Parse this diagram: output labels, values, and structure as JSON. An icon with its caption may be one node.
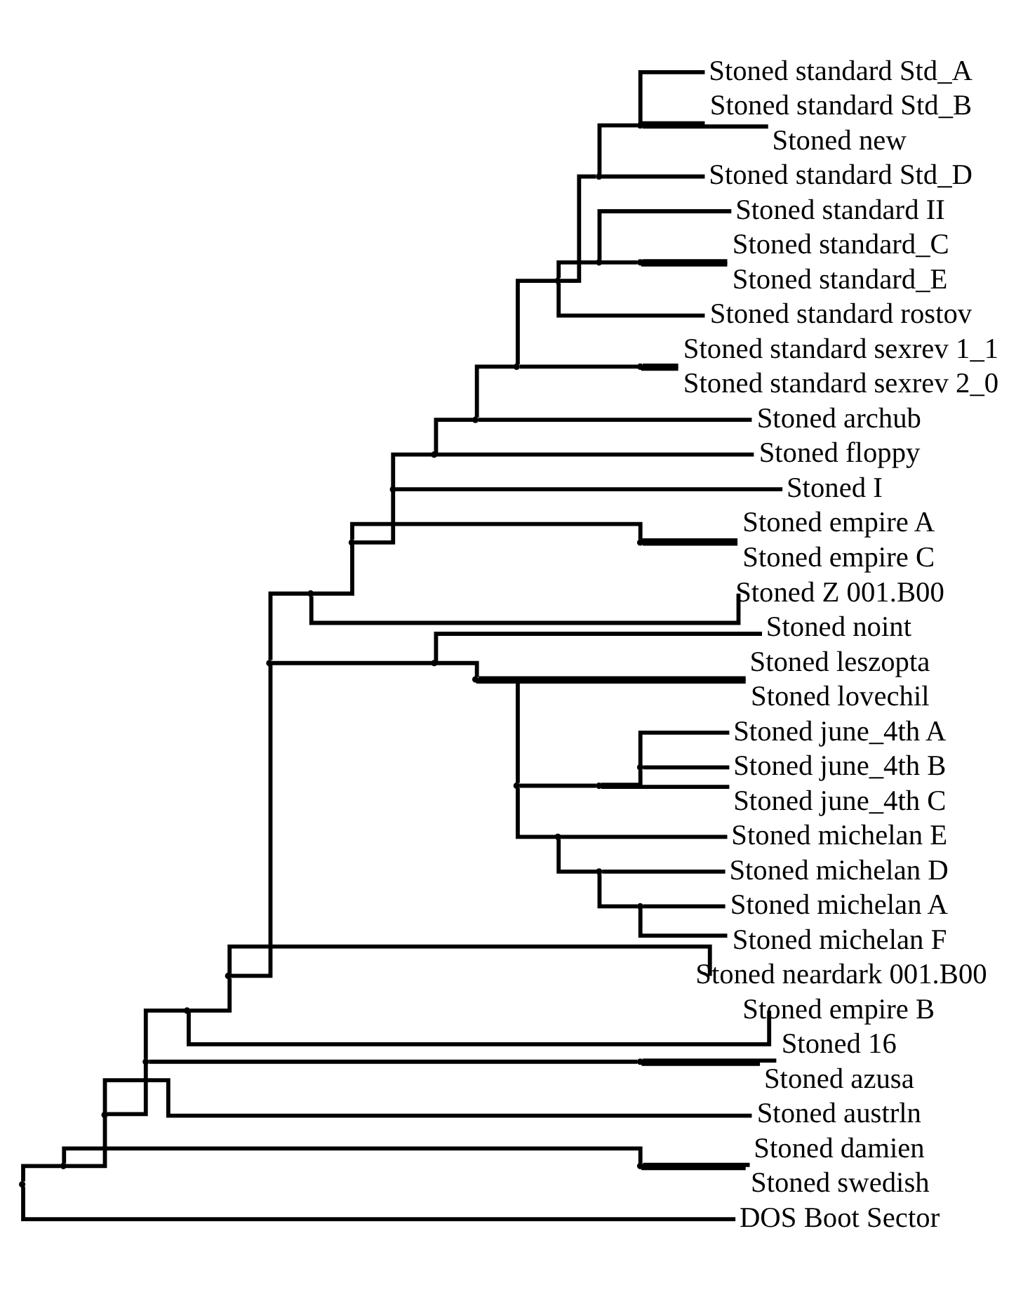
{
  "diagram": {
    "nodes": [
      {
        "text": [
          "Stoned standard Std_A"
        ]
      },
      {
        "text": [
          "Stoned standard Std_B"
        ]
      },
      {
        "text": [
          "Stoned new"
        ]
      },
      {
        "text": [
          "Stoned standard Std_D"
        ]
      },
      {
        "text": [
          "Stoned standard II"
        ]
      },
      {
        "text": [
          "Stoned standard_C"
        ]
      },
      {
        "text": [
          "Stoned standard_E"
        ]
      },
      {
        "text": [
          "Stoned standard rostov"
        ]
      },
      {
        "text": [
          "Stoned standard sexrev 1_1"
        ]
      },
      {
        "text": [
          "Stoned standard sexrev 2_0"
        ]
      },
      {
        "text": [
          "Stoned archub"
        ]
      },
      {
        "text": [
          "Stoned floppy"
        ]
      },
      {
        "text": [
          "Stoned I"
        ]
      },
      {
        "text": [
          "Stoned empire A"
        ]
      },
      {
        "text": [
          "Stoned empire C"
        ]
      },
      {
        "text": [
          "Stoned Z 001.B00"
        ]
      },
      {
        "text": [
          "Stoned noint"
        ]
      },
      {
        "text": [
          "Stoned leszopta"
        ]
      },
      {
        "text": [
          "Stoned lovechil"
        ]
      },
      {
        "text": [
          "Stoned june_4th A"
        ]
      },
      {
        "text": [
          "Stoned june_4th B"
        ]
      },
      {
        "text": [
          "Stoned june_4th C"
        ]
      },
      {
        "text": [
          "Stoned michelan E"
        ]
      },
      {
        "text": [
          "Stoned michelan D"
        ]
      },
      {
        "text": [
          "Stoned michelan A"
        ]
      },
      {
        "text": [
          "Stoned michelan F"
        ]
      },
      {
        "text": [
          "Stoned neardark 001.B00"
        ]
      },
      {
        "text": [
          "Stoned empire B"
        ]
      },
      {
        "text": [
          "Stoned 16"
        ]
      },
      {
        "text": [
          "Stoned azusa"
        ]
      },
      {
        "text": [
          "Stoned austrln"
        ]
      },
      {
        "text": [
          "Stoned damien"
        ]
      },
      {
        "text": [
          "Stoned swedish"
        ]
      },
      {
        "text": [
          "DOS Boot Sector"
        ]
      },
      {
        "text": [],
        "shape": "point"
      },
      {
        "text": [],
        "shape": "point"
      },
      {
        "text": [],
        "shape": "point"
      },
      {
        "text": [],
        "shape": "point"
      },
      {
        "text": [],
        "shape": "point"
      },
      {
        "text": [],
        "shape": "point"
      },
      {
        "text": [],
        "shape": "point"
      },
      {
        "text": [],
        "shape": "point"
      },
      {
        "text": [],
        "shape": "point"
      },
      {
        "text": [],
        "shape": "point"
      },
      {
        "text": [],
        "shape": "point"
      },
      {
        "text": [],
        "shape": "point"
      },
      {
        "text": [],
        "shape": "point"
      },
      {
        "text": [],
        "shape": "point"
      },
      {
        "text": [],
        "shape": "point"
      },
      {
        "text": [],
        "shape": "point"
      },
      {
        "text": [],
        "shape": "point"
      },
      {
        "text": [],
        "shape": "point"
      },
      {
        "text": [],
        "shape": "point"
      },
      {
        "text": [],
        "shape": "point"
      },
      {
        "text": [],
        "shape": "point"
      },
      {
        "text": [],
        "shape": "point"
      },
      {
        "text": [],
        "shape": "point"
      },
      {
        "text": [],
        "shape": "point"
      },
      {
        "text": [],
        "shape": "point"
      },
      {
        "text": [],
        "shape": "point"
      },
      {
        "text": [],
        "shape": "point"
      },
      {
        "text": [],
        "shape": "point"
      },
      {
        "text": [],
        "shape": "point"
      },
      {
        "text": [],
        "shape": "point"
      }
    ],
    "edges": [
      {
        "from": 63,
        "to": 62,
        "arrow": "none"
      },
      {
        "from": 63,
        "to": 33,
        "arrow": "none"
      },
      {
        "from": 62,
        "to": 60,
        "arrow": "none"
      },
      {
        "from": 62,
        "to": 61,
        "arrow": "none"
      },
      {
        "from": 61,
        "to": 31,
        "arrow": "none"
      },
      {
        "from": 61,
        "to": 32,
        "arrow": "none"
      },
      {
        "from": 60,
        "to": 59,
        "arrow": "none"
      },
      {
        "from": 60,
        "to": 30,
        "arrow": "none"
      },
      {
        "from": 59,
        "to": 57,
        "arrow": "none"
      },
      {
        "from": 59,
        "to": 58,
        "arrow": "none"
      },
      {
        "from": 58,
        "to": 28,
        "arrow": "none"
      },
      {
        "from": 58,
        "to": 29,
        "arrow": "none"
      },
      {
        "from": 57,
        "to": 56,
        "arrow": "none"
      },
      {
        "from": 57,
        "to": 27,
        "arrow": "none"
      },
      {
        "from": 56,
        "to": 55,
        "arrow": "none"
      },
      {
        "from": 56,
        "to": 26,
        "arrow": "none"
      },
      {
        "from": 55,
        "to": 46,
        "arrow": "none"
      },
      {
        "from": 55,
        "to": 54,
        "arrow": "none"
      },
      {
        "from": 54,
        "to": 16,
        "arrow": "none"
      },
      {
        "from": 54,
        "to": 53,
        "arrow": "none"
      },
      {
        "from": 53,
        "to": 17,
        "arrow": "none"
      },
      {
        "from": 53,
        "to": 18,
        "arrow": "none"
      },
      {
        "from": 53,
        "to": 52,
        "arrow": "none"
      },
      {
        "from": 52,
        "to": 48,
        "arrow": "none"
      },
      {
        "from": 52,
        "to": 51,
        "arrow": "none"
      },
      {
        "from": 51,
        "to": 22,
        "arrow": "none"
      },
      {
        "from": 51,
        "to": 50,
        "arrow": "none"
      },
      {
        "from": 50,
        "to": 23,
        "arrow": "none"
      },
      {
        "from": 50,
        "to": 49,
        "arrow": "none"
      },
      {
        "from": 49,
        "to": 24,
        "arrow": "none"
      },
      {
        "from": 49,
        "to": 25,
        "arrow": "none"
      },
      {
        "from": 48,
        "to": 47,
        "arrow": "none"
      },
      {
        "from": 48,
        "to": 21,
        "arrow": "none"
      },
      {
        "from": 47,
        "to": 19,
        "arrow": "none"
      },
      {
        "from": 47,
        "to": 20,
        "arrow": "none"
      },
      {
        "from": 46,
        "to": 45,
        "arrow": "none"
      },
      {
        "from": 46,
        "to": 15,
        "arrow": "none"
      },
      {
        "from": 45,
        "to": 43,
        "arrow": "none"
      },
      {
        "from": 45,
        "to": 44,
        "arrow": "none"
      },
      {
        "from": 44,
        "to": 13,
        "arrow": "none"
      },
      {
        "from": 44,
        "to": 14,
        "arrow": "none"
      },
      {
        "from": 43,
        "to": 42,
        "arrow": "none"
      },
      {
        "from": 43,
        "to": 12,
        "arrow": "none"
      },
      {
        "from": 42,
        "to": 41,
        "arrow": "none"
      },
      {
        "from": 42,
        "to": 11,
        "arrow": "none"
      },
      {
        "from": 41,
        "to": 40,
        "arrow": "none"
      },
      {
        "from": 41,
        "to": 10,
        "arrow": "none"
      },
      {
        "from": 40,
        "to": 38,
        "arrow": "none"
      },
      {
        "from": 40,
        "to": 39,
        "arrow": "none"
      },
      {
        "from": 39,
        "to": 8,
        "arrow": "none"
      },
      {
        "from": 39,
        "to": 9,
        "arrow": "none"
      },
      {
        "from": 38,
        "to": 35,
        "arrow": "none"
      },
      {
        "from": 38,
        "to": 37,
        "arrow": "none"
      },
      {
        "from": 38,
        "to": 7,
        "arrow": "none"
      },
      {
        "from": 37,
        "to": 4,
        "arrow": "none"
      },
      {
        "from": 37,
        "to": 36,
        "arrow": "none"
      },
      {
        "from": 36,
        "to": 5,
        "arrow": "none"
      },
      {
        "from": 36,
        "to": 6,
        "arrow": "none"
      },
      {
        "from": 35,
        "to": 34,
        "arrow": "none"
      },
      {
        "from": 35,
        "to": 3,
        "arrow": "none"
      },
      {
        "from": 34,
        "to": 0,
        "arrow": "none"
      },
      {
        "from": 34,
        "to": 1,
        "arrow": "none"
      },
      {
        "from": 34,
        "to": 2,
        "arrow": "none"
      }
    ]
  }
}
